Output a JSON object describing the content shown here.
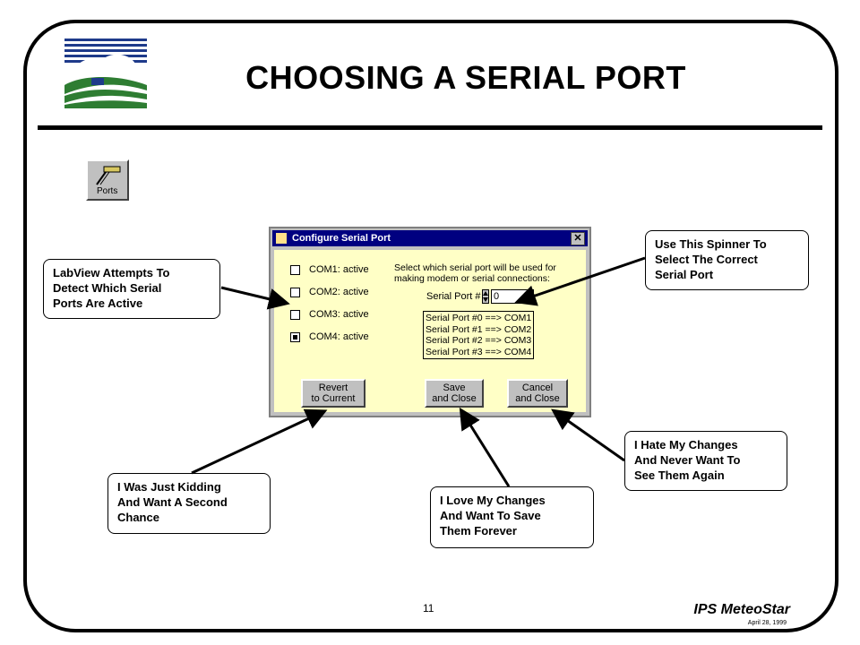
{
  "slide": {
    "title": "CHOOSING A SERIAL PORT",
    "page_number": "11",
    "brand": "IPS MeteoStar",
    "date": "April 28, 1999"
  },
  "ports_icon": {
    "label": "Ports"
  },
  "dialog": {
    "title": "Configure Serial Port",
    "close_glyph": "✕",
    "checkboxes": [
      {
        "label": "COM1: active",
        "checked": false
      },
      {
        "label": "COM2: active",
        "checked": false
      },
      {
        "label": "COM3: active",
        "checked": false
      },
      {
        "label": "COM4: active",
        "checked": true
      }
    ],
    "instructions": [
      "Select which serial port will be used for",
      "making modem or serial connections:"
    ],
    "spinner_label": "Serial Port #",
    "spinner_value": "0",
    "port_map": [
      "Serial Port #0 ==> COM1",
      "Serial Port #1 ==> COM2",
      "Serial Port #2 ==> COM3",
      "Serial Port #3 ==> COM4"
    ],
    "buttons": {
      "revert": [
        "Revert",
        "to Current"
      ],
      "save": [
        "Save",
        "and Close"
      ],
      "cancel": [
        "Cancel",
        "and Close"
      ]
    }
  },
  "callouts": {
    "detect": [
      "LabView Attempts To",
      "Detect Which Serial",
      "Ports Are Active"
    ],
    "spinner": [
      "Use This Spinner To",
      "Select The Correct",
      "Serial Port"
    ],
    "revert": [
      "I Was Just Kidding",
      "And Want A Second",
      "Chance"
    ],
    "save": [
      "I Love My Changes",
      "And Want To Save",
      "Them Forever"
    ],
    "cancel": [
      "I Hate My Changes",
      "And Never Want To",
      "See Them Again"
    ]
  },
  "colors": {
    "dialog_body": "#ffffc6",
    "title_bar": "#000080",
    "logo_blue": "#1e3a8a",
    "logo_green": "#2e7d32"
  }
}
